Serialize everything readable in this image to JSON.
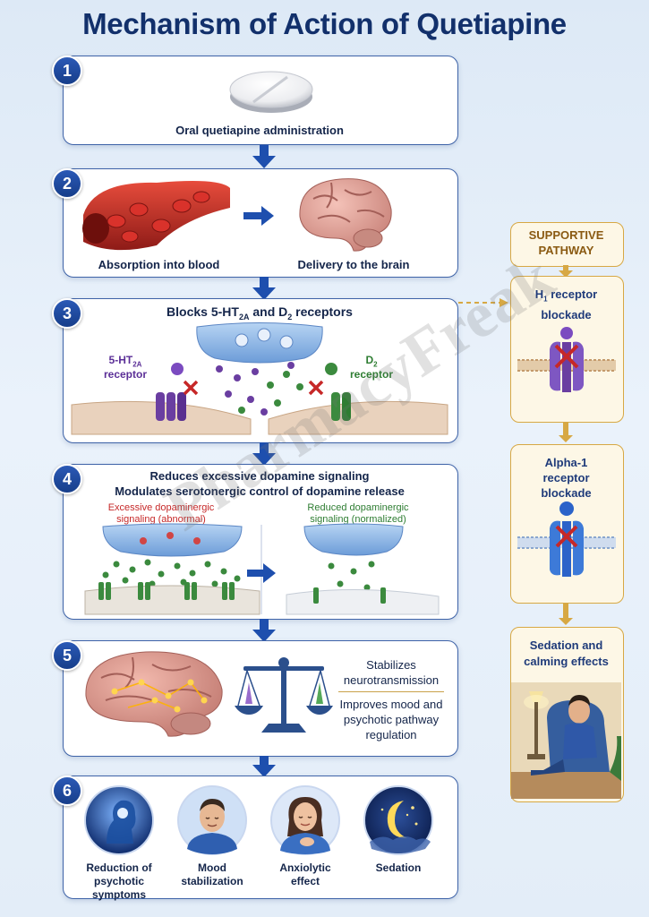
{
  "title": "Mechanism of Action of Quetiapine",
  "steps": {
    "s1": {
      "number": "1",
      "label": "Oral quetiapine administration"
    },
    "s2": {
      "number": "2",
      "left_label": "Absorption into blood",
      "right_label": "Delivery to the brain"
    },
    "s3": {
      "number": "3",
      "heading_pre": "Blocks 5-HT",
      "heading_sub": "2A",
      "heading_mid": " and D",
      "heading_sub2": "2",
      "heading_post": " receptors",
      "left_label_a": "5-HT",
      "left_label_sub": "2A",
      "left_label_b": "receptor",
      "right_label_a": "D",
      "right_label_sub": "2",
      "right_label_b": "receptor"
    },
    "s4": {
      "number": "4",
      "line1": "Reduces excessive dopamine signaling",
      "line2": "Modulates serotonergic control of dopamine release",
      "left_caption_1": "Excessive dopaminergic",
      "left_caption_2": "signaling (abnormal)",
      "right_caption_1": "Reduced dopaminergic",
      "right_caption_2": "signaling (normalized)"
    },
    "s5": {
      "number": "5",
      "text1_a": "Stabilizes",
      "text1_b": "neurotransmission",
      "text2_a": "Improves mood and",
      "text2_b": "psychotic pathway",
      "text2_c": "regulation"
    },
    "s6": {
      "number": "6",
      "items": [
        {
          "l1": "Reduction of",
          "l2": "psychotic symptoms"
        },
        {
          "l1": "Mood",
          "l2": "stabilization"
        },
        {
          "l1": "Anxiolytic",
          "l2": "effect"
        },
        {
          "l1": "Sedation",
          "l2": ""
        }
      ]
    }
  },
  "side": {
    "heading_1": "SUPPORTIVE",
    "heading_2": "PATHWAY",
    "h1_a": "H",
    "h1_sub": "1",
    "h1_b": " receptor",
    "h1_c": "blockade",
    "alpha_1": "Alpha-1",
    "alpha_2": "receptor",
    "alpha_3": "blockade",
    "sed_1": "Sedation and",
    "sed_2": "calming effects"
  },
  "watermark": "PharmacyFreak",
  "colors": {
    "primary": "#173e8a",
    "border": "#3e63a8",
    "side_border": "#d7a844",
    "side_bg": "#fdf7e6",
    "red": "#c62828",
    "green": "#2e7d32",
    "purple": "#6a3ea1"
  }
}
